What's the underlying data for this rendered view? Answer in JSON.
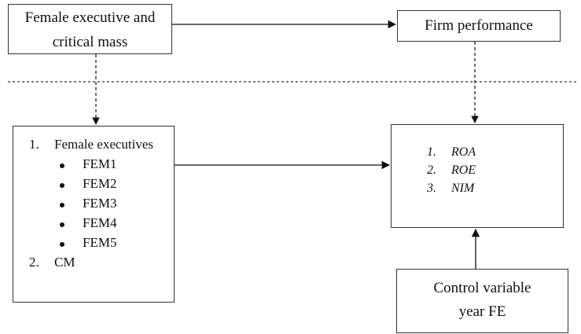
{
  "top_left_box": {
    "line1": "Female executive and",
    "line2": "critical mass"
  },
  "top_right_box": {
    "label": "Firm performance"
  },
  "left_box": {
    "item1_num": "1.",
    "item1_label": "Female executives",
    "bullets": [
      "FEM1",
      "FEM2",
      "FEM3",
      "FEM4",
      "FEM5"
    ],
    "item2_num": "2.",
    "item2_label": "CM"
  },
  "right_box": {
    "items": [
      {
        "num": "1.",
        "label": "ROA"
      },
      {
        "num": "2.",
        "label": "ROE"
      },
      {
        "num": "3.",
        "label": "NIM"
      }
    ]
  },
  "control_box": {
    "line1": "Control variable",
    "line2": "year FE"
  }
}
